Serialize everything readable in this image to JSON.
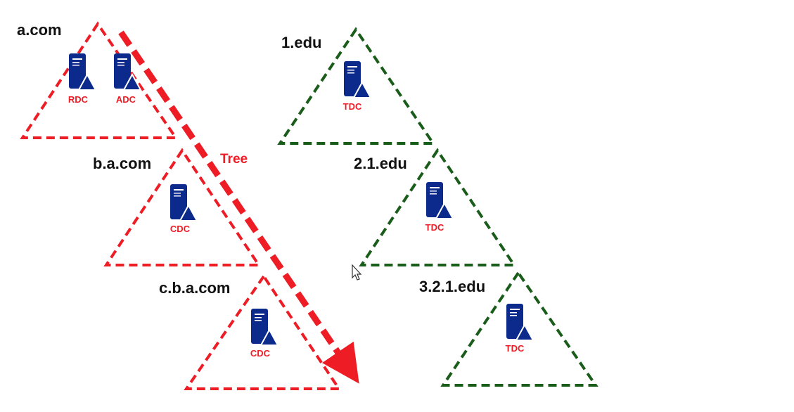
{
  "colors": {
    "red": "#ee1c25",
    "green": "#1a5c1a",
    "server": "#0b2a8c",
    "text": "#111111"
  },
  "domains": [
    {
      "name": "a.com",
      "tree": "red",
      "servers": [
        {
          "label": "RDC"
        },
        {
          "label": "ADC"
        }
      ]
    },
    {
      "name": "b.a.com",
      "tree": "red",
      "servers": [
        {
          "label": "CDC"
        }
      ]
    },
    {
      "name": "c.b.a.com",
      "tree": "red",
      "servers": [
        {
          "label": "CDC"
        }
      ]
    },
    {
      "name": "1.edu",
      "tree": "green",
      "servers": [
        {
          "label": "TDC"
        }
      ]
    },
    {
      "name": "2.1.edu",
      "tree": "green",
      "servers": [
        {
          "label": "TDC"
        }
      ]
    },
    {
      "name": "3.2.1.edu",
      "tree": "green",
      "servers": [
        {
          "label": "TDC"
        }
      ]
    }
  ],
  "tree_arrow": {
    "label": "Tree",
    "color": "red"
  },
  "cursor_icon": "mouse-pointer-icon"
}
